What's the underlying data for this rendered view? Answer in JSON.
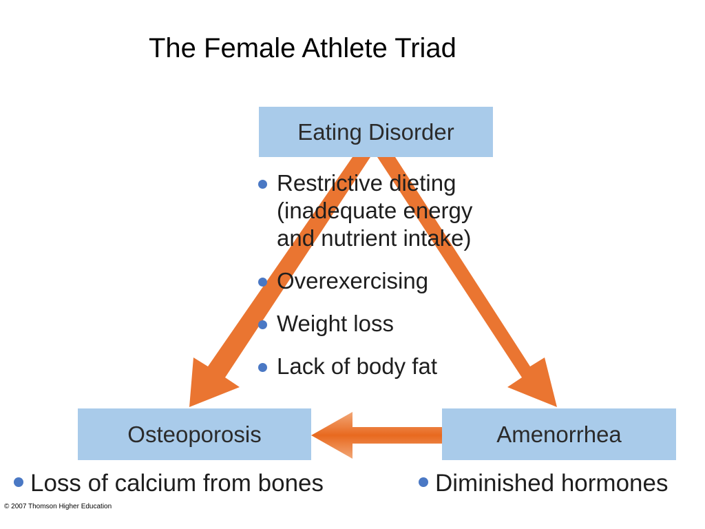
{
  "title": "The Female Athlete Triad",
  "nodes": {
    "top": "Eating Disorder",
    "left": "Osteoporosis",
    "right": "Amenorrhea"
  },
  "eating_disorder_factors": [
    "Restrictive dieting\n(inadequate energy\nand nutrient intake)",
    "Overexercising",
    "Weight loss",
    "Lack of body fat"
  ],
  "osteoporosis_factor": "Loss of calcium from bones",
  "amenorrhea_factor": "Diminished hormones",
  "copyright": "© 2007 Thomson Higher Education",
  "colors": {
    "box_fill": "#a9cbea",
    "arrow_orange": "#e8691f",
    "bullet_blue": "#4a78c4"
  }
}
